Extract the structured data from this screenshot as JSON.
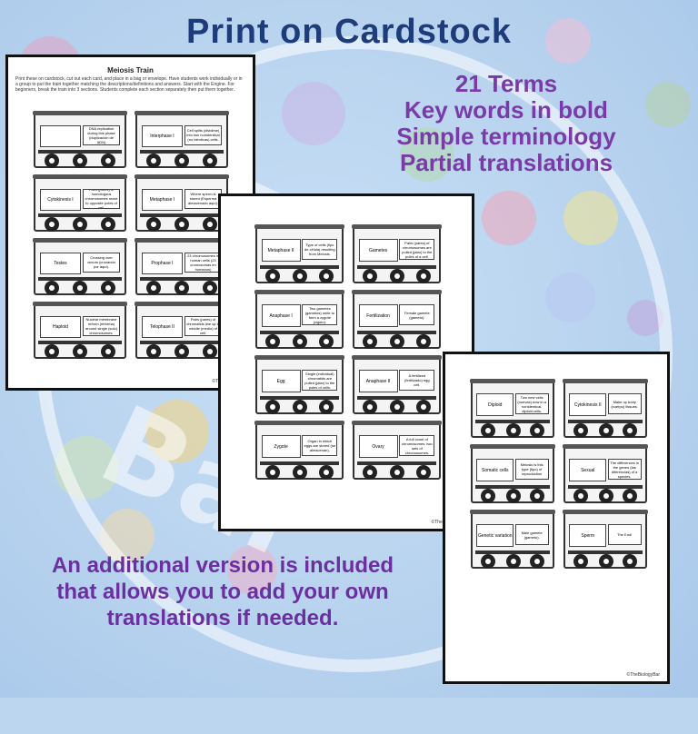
{
  "title": "Print on Cardstock",
  "features": [
    "21 Terms",
    "Key words in bold",
    "Simple terminology",
    "Partial translations"
  ],
  "bottom_note": "An additional version is included that allows you to add your own translations if needed.",
  "watermark": "The Biology Bar",
  "copyright": "©TheBiologyBar",
  "page1": {
    "heading": "Meiosis Train",
    "intro": "Print these on cardstock, cut out each card, and place in a bag or envelope. Have students work individually or in a group to put the train together matching the descriptions/definitions and answers. Start with the Engine. For beginners, break the train into 3 sections. Students complete each section separately then put them together.",
    "cards": [
      {
        "term": "",
        "def": "DNA replication during this phase (duplicación de ADN)"
      },
      {
        "term": "Interphase I",
        "def": "Cell splits (dividirse) into two nonidentical (no idénticas) cells."
      },
      {
        "term": "Cytokinesis I",
        "def": "Pairs (pares) of homologous chromosomes move to opposite poles of cell."
      },
      {
        "term": "Metaphase I",
        "def": "Where sperm is stored (Esperma almacenado aquí)."
      },
      {
        "term": "Testes",
        "def": "Crossing over occurs (cruzando por aquí)."
      },
      {
        "term": "Prophase I",
        "def": "23 chromosomes in human cells (23 cromosomas en humanos)"
      },
      {
        "term": "Haploid",
        "def": "Nuclear membrane reform (reforma) around single (solo) chromosomes."
      },
      {
        "term": "Telophase II",
        "def": "Pairs (pares) of chromatids line up in middle (medio) of cell."
      }
    ]
  },
  "page2": {
    "cards": [
      {
        "term": "Metaphase II",
        "def": "Type of cells (tipo de célula) resulting from Meiosis."
      },
      {
        "term": "Gametes",
        "def": "Pairs (pares) of chromosomes are pulled (jalar) to the poles of a cell."
      },
      {
        "term": "Anaphase I",
        "def": "Two gametes (gametos) unite to form a zygote (cigoto)."
      },
      {
        "term": "Fertilization",
        "def": "Female gamete (gameto)."
      },
      {
        "term": "Egg",
        "def": "Single (individual) chromatids are pulled (jalar) to the poles of cells."
      },
      {
        "term": "Anaphase II",
        "def": "A fertilized (fertilizado) egg cell."
      },
      {
        "term": "Zygote",
        "def": "Organ in which eggs are stored (se almacenan)."
      },
      {
        "term": "Ovary",
        "def": "A full count of chromosomes; two sets of chromosomes."
      }
    ]
  },
  "page3": {
    "cards": [
      {
        "term": "Diploid",
        "def": "Two new cells (nuevas) now in a nonidentical, diploid cells."
      },
      {
        "term": "Cytokinesis II",
        "def": "Make up body (cuerpo) tissues."
      },
      {
        "term": "Somatic cells",
        "def": "Meiosis is this type (tipo) of reproduction"
      },
      {
        "term": "Sexual",
        "def": "The differences in the genes (las diferencias) of a species."
      },
      {
        "term": "Genetic variation",
        "def": "Male gamete (gameto)."
      },
      {
        "term": "Sperm",
        "def": "The End!"
      }
    ]
  },
  "colors": {
    "title": "#1f3c7a",
    "features": "#7a3aa8",
    "bottom": "#6b2fa0",
    "background": "#bcd6f0"
  }
}
